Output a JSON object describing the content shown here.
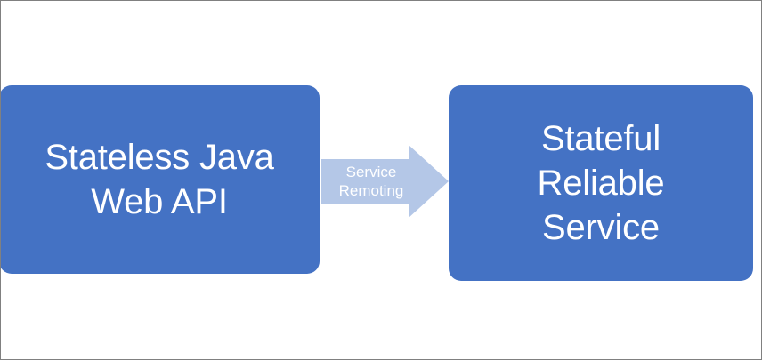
{
  "diagram": {
    "background_color": "#FFFFFF",
    "border_color": "#808080",
    "nodes": [
      {
        "id": "stateless-java-web-api",
        "label": "Stateless Java\nWeb API",
        "fill_color": "#4472C4",
        "text_color": "#FFFFFF",
        "shape": "rounded-rectangle"
      },
      {
        "id": "stateful-reliable-service",
        "label": "Stateful\nReliable\nService",
        "fill_color": "#4472C4",
        "text_color": "#FFFFFF",
        "shape": "rounded-rectangle"
      }
    ],
    "connector": {
      "id": "service-remoting",
      "label": "Service\nRemoting",
      "fill_color": "#B4C7E7",
      "text_color": "#FFFFFF",
      "shape": "block-arrow-right",
      "from": "stateless-java-web-api",
      "to": "stateful-reliable-service"
    }
  }
}
